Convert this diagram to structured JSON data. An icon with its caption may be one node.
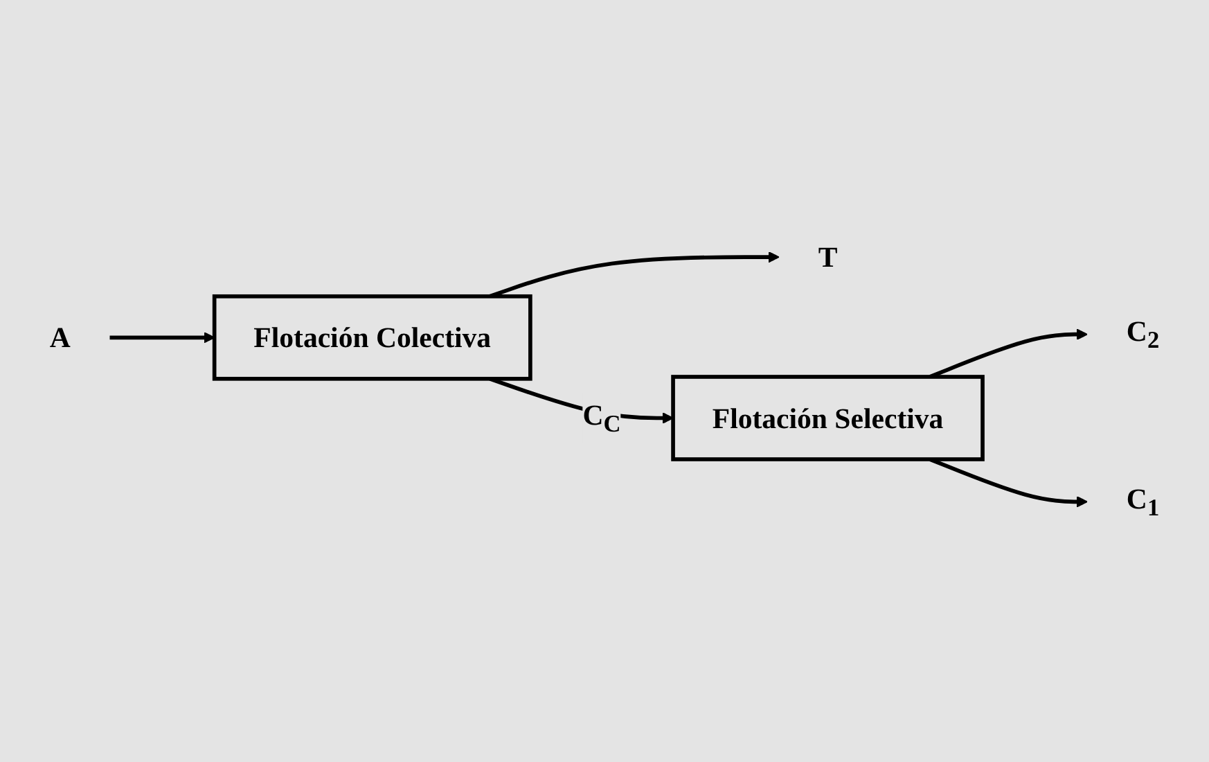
{
  "diagram": {
    "nodes": [
      {
        "text": [
          "A"
        ]
      },
      {
        "text": [
          "Flotación Colectiva"
        ]
      },
      {
        "text": [
          "T"
        ]
      },
      {
        "text": [
          "Flotación Selectiva"
        ]
      },
      {
        "text": [
          "C$_{2}$"
        ]
      },
      {
        "text": [
          "C$_{1}$"
        ]
      }
    ],
    "edges": [
      {
        "from": 0,
        "to": 1,
        "arrow": "to"
      },
      {
        "from": 1,
        "to": 2,
        "arrow": "to"
      },
      {
        "from": 1,
        "to": 3,
        "arrow": "to",
        "label": "C$_{C}$"
      },
      {
        "from": 3,
        "to": 4,
        "arrow": "to"
      },
      {
        "from": 3,
        "to": 5,
        "arrow": "to"
      }
    ]
  }
}
